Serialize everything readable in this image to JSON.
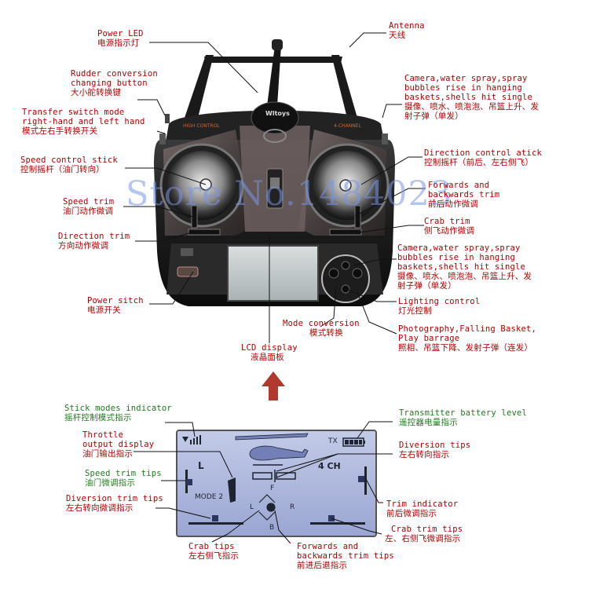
{
  "watermark": "Store No.1484023",
  "top_labels": {
    "power_led": {
      "en": "Power LED",
      "zh": "电源指示灯"
    },
    "antenna": {
      "en": "Antenna",
      "zh": "天线"
    },
    "rudder": {
      "en": "Rudder conversion\nchanging button",
      "zh": "大小舵转换键"
    },
    "camera_top": {
      "en": "Camera,water spray,spray\nbubbles rise in hanging\nbaskets,shells hit single",
      "zh": "摄像、喷水、喷泡泡、吊篮上升、发\n射子弹（单发）"
    },
    "transfer": {
      "en": "Transfer switch mode\nright-hand and left hand",
      "zh": "模式左右手转换开关"
    },
    "direction_stick": {
      "en": "Direction control atick",
      "zh": "控制摇杆（前后、左右侧飞）"
    },
    "speed_stick": {
      "en": "Speed control stick",
      "zh": "控制摇杆（油门转向）"
    },
    "fb_trim": {
      "en": "Forwards and\nbackwards trim",
      "zh": "前后动作微调"
    },
    "speed_trim": {
      "en": "Speed trim",
      "zh": "油门动作微调"
    },
    "crab_trim": {
      "en": "Crab trim",
      "zh": "侧飞动作微调"
    },
    "direction_trim": {
      "en": "Direction trim",
      "zh": "方向动作微调"
    },
    "camera_mid": {
      "en": "Camera,water spray,spray\nbubbles rise in hanging\nbaskets,shells hit single",
      "zh": "摄像、喷水、喷泡泡、吊篮上升、发\n射子弹（单发）"
    },
    "power_switch": {
      "en": "Power sitch",
      "zh": "电源开关"
    },
    "lighting": {
      "en": "Lighting control",
      "zh": "灯光控制"
    },
    "mode_conv": {
      "en": "Mode conversion",
      "zh": "模式转换"
    },
    "photo": {
      "en": "Photography,Falling Basket,\nPlay barrage",
      "zh": "照相、吊篮下降、发射子弹（连发）"
    },
    "lcd_display": {
      "en": "LCD display",
      "zh": "液晶面板"
    }
  },
  "lcd_labels": {
    "stick_modes": {
      "en": "Stick modes indicator",
      "zh": "摇杆控制模式指示"
    },
    "battery": {
      "en": "Transmitter battery level",
      "zh": "遥控器电量指示"
    },
    "throttle": {
      "en": "Throttle\noutput display",
      "zh": "油门输出指示"
    },
    "diversion_tips": {
      "en": "Diversion tips",
      "zh": "左右转向指示"
    },
    "speed_trim_tips": {
      "en": "Speed trim tips",
      "zh": "油门微调指示"
    },
    "diversion_trim": {
      "en": "Diversion trim tips",
      "zh": "左右转向微调指示"
    },
    "trim_indicator": {
      "en": "Trim indicator",
      "zh": "前后微调指示"
    },
    "crab_trim_tips": {
      "en": "Crab trim tips",
      "zh": "左、右侧飞微调指示"
    },
    "crab_tips": {
      "en": "Crab tips",
      "zh": "左右侧飞指示"
    },
    "fb_trim_tips": {
      "en": "Forwards and\nbackwards trim tips",
      "zh": "前进后退指示"
    }
  },
  "lcd_screen": {
    "tx": "TX",
    "ch": "4 CH",
    "mode": "MODE 2",
    "l": "L",
    "f": "F",
    "ll": "L",
    "r": "R",
    "b": "B"
  },
  "device_text": {
    "brand": "Wltoys",
    "high_control": "HIGH CONTROL",
    "four_channel": "4-CHANNEL"
  },
  "colors": {
    "label": "#b00000",
    "accent_green": "#1f7a1f",
    "lcd_bg": "#aeb9dd",
    "arrow": "#b03a2e"
  }
}
